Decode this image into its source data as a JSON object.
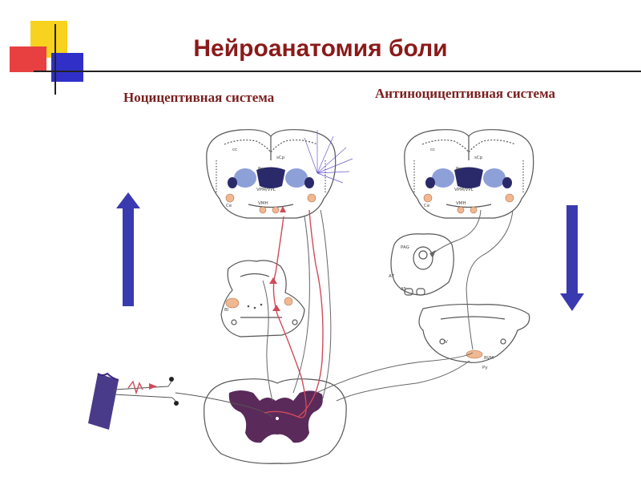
{
  "slide": {
    "title": "Нейроанатомия боли",
    "subtitle_left": "Ноцицептивная система",
    "subtitle_right": "Антиноцицептивная система"
  },
  "colors": {
    "title": "#8b1a1a",
    "subtitle": "#7a1f1f",
    "ascending_path": "#d04a5a",
    "neural_outline": "#555555",
    "arrow_blue": "#3a3ab0",
    "grey_matter": "#5a2a5a",
    "nucleus_blue": "#8ea0d8",
    "nucleus_orange": "#f0b890",
    "deco_yellow": "#f7d21e",
    "deco_red": "#e84040",
    "deco_blue": "#3030c8"
  },
  "labels": {
    "cc": "cc",
    "scp": "sCp",
    "po": "Po",
    "vpm": "VPM/VPL",
    "vmh": "VMH",
    "ce": "Ce",
    "pag": "PAG",
    "a7": "A7",
    "a5": "A5",
    "rvm": "RVM",
    "py": "Py",
    "v": "V",
    "pbl": "Bl"
  }
}
